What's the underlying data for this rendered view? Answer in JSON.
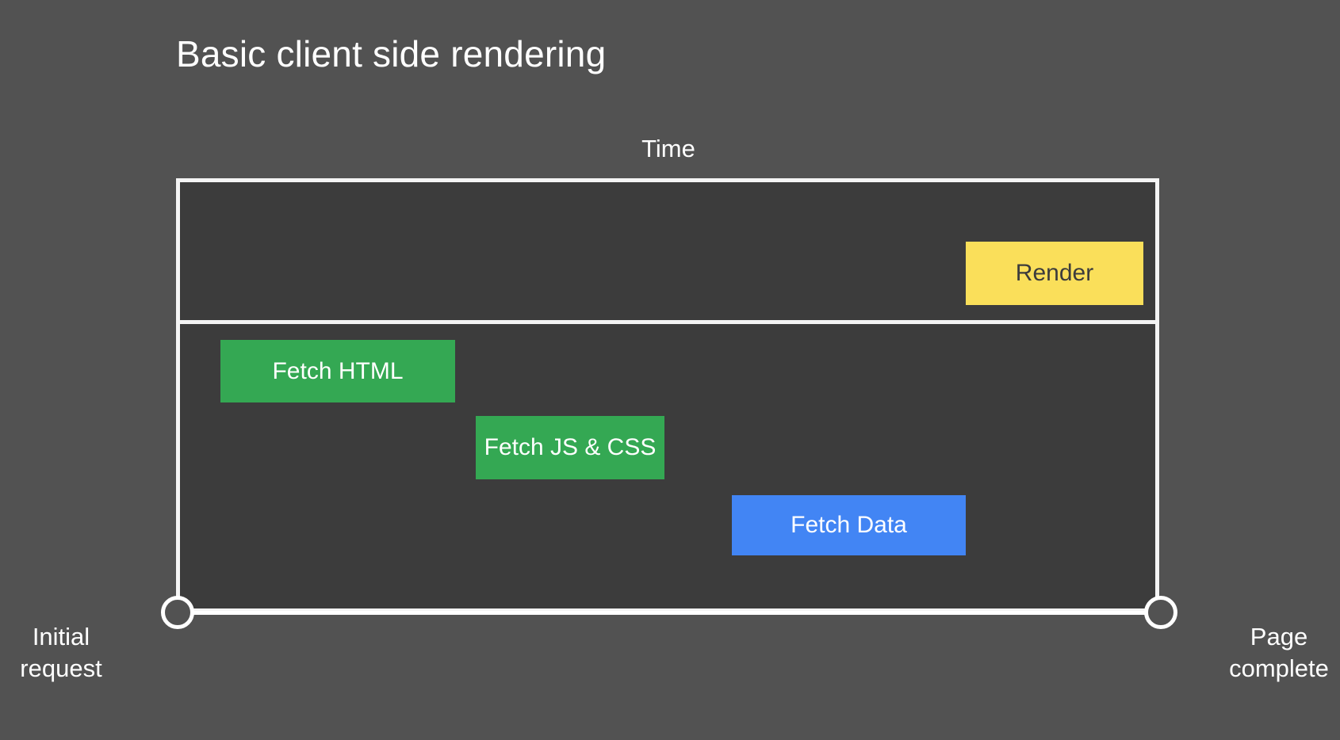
{
  "slide": {
    "title": "Basic client side rendering",
    "background_color": "#525252",
    "frame_color": "#3c3c3c",
    "border_color": "#f4f4f4"
  },
  "axis": {
    "caption": "Time",
    "start_label_line1": "Initial",
    "start_label_line2": "request",
    "end_label_line1": "Page",
    "end_label_line2": "complete",
    "start_marker": "circle-outline",
    "end_marker": "circle-outline"
  },
  "lanes": [
    {
      "name": "render-lane",
      "index": 0
    },
    {
      "name": "network-lane",
      "index": 1
    }
  ],
  "bars": [
    {
      "label": "Render",
      "lane": "render-lane",
      "color": "#fadf5a",
      "text_color": "#3c3c3c",
      "start_pct": 80.3,
      "end_pct": 98.4
    },
    {
      "label": "Fetch HTML",
      "lane": "network-lane",
      "color": "#34a853",
      "text_color": "#ffffff",
      "start_pct": 4.5,
      "end_pct": 28.4
    },
    {
      "label": "Fetch JS & CSS",
      "lane": "network-lane",
      "color": "#34a853",
      "text_color": "#ffffff",
      "start_pct": 30.5,
      "end_pct": 49.7
    },
    {
      "label": "Fetch Data",
      "lane": "network-lane",
      "color": "#4285f4",
      "text_color": "#ffffff",
      "start_pct": 56.5,
      "end_pct": 80.3
    }
  ],
  "chart_data": {
    "type": "bar",
    "title": "Basic client side rendering",
    "xlabel": "Time",
    "ylabel": "",
    "orientation": "horizontal-gantt",
    "categories": [
      "Render",
      "Fetch HTML",
      "Fetch JS & CSS",
      "Fetch Data"
    ],
    "series": [
      {
        "name": "timeline-span-percent-of-axis",
        "values": [
          {
            "label": "Render",
            "start": 80.3,
            "end": 98.4,
            "lane": 0,
            "color": "#fadf5a"
          },
          {
            "label": "Fetch HTML",
            "start": 4.5,
            "end": 28.4,
            "lane": 1,
            "color": "#34a853"
          },
          {
            "label": "Fetch JS & CSS",
            "start": 30.5,
            "end": 49.7,
            "lane": 1,
            "color": "#34a853"
          },
          {
            "label": "Fetch Data",
            "start": 56.5,
            "end": 80.3,
            "lane": 1,
            "color": "#4285f4"
          }
        ]
      }
    ],
    "xlim": [
      0,
      100
    ],
    "tick_labels": [
      "Initial request",
      "Page complete"
    ],
    "grid": false,
    "legend": "none",
    "annotations": [
      "Time"
    ]
  }
}
